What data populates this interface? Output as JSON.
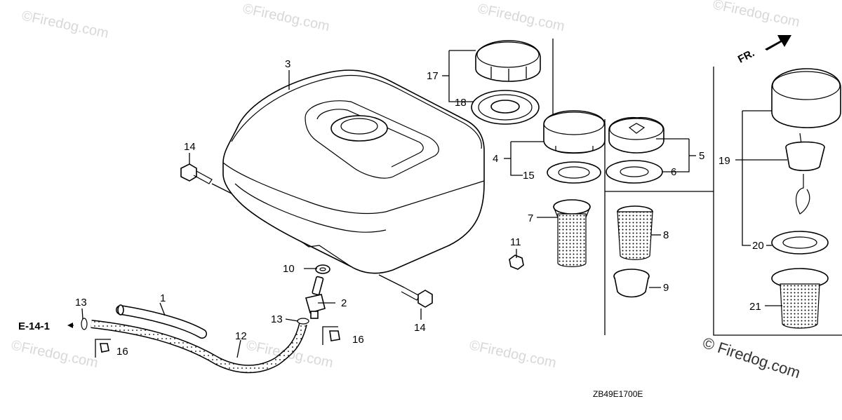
{
  "diagram": {
    "part_numbers": {
      "p1": "1",
      "p2": "2",
      "p3": "3",
      "p4": "4",
      "p5": "5",
      "p6": "6",
      "p7": "7",
      "p8": "8",
      "p9": "9",
      "p10": "10",
      "p11": "11",
      "p12": "12",
      "p13a": "13",
      "p13b": "13",
      "p14a": "14",
      "p14b": "14",
      "p15": "15",
      "p16a": "16",
      "p16b": "16",
      "p17": "17",
      "p18": "18",
      "p19": "19",
      "p20": "20",
      "p21": "21"
    },
    "reference": "E-14-1",
    "direction": "FR.",
    "drawing_code": "ZB49E1700E"
  },
  "watermark": {
    "text": "©Firedog.com",
    "brand": "© Firedog.com"
  }
}
